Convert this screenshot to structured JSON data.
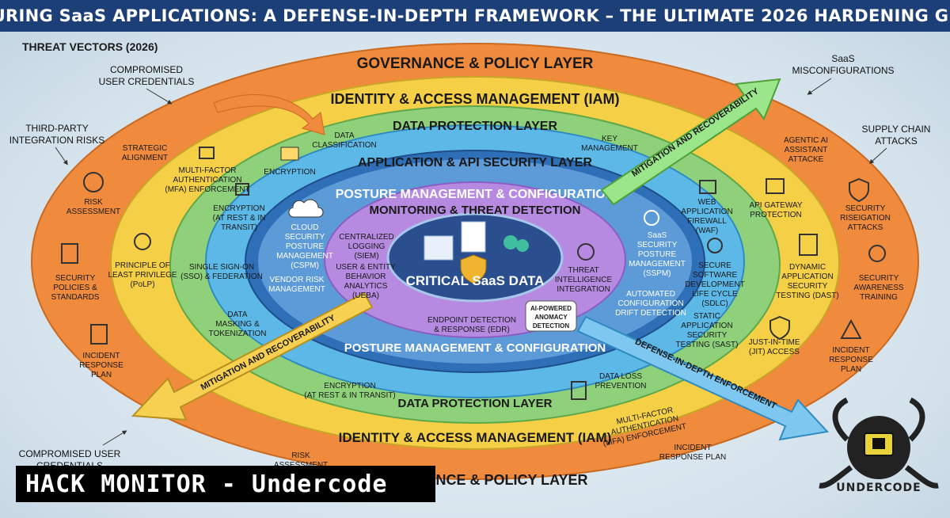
{
  "title": "SECURING SaaS APPLICATIONS: A DEFENSE-IN-DEPTH FRAMEWORK – THE ULTIMATE 2026 HARDENING GUIDE",
  "threat_vectors_heading": "THREAT VECTORS (2026)",
  "threats": {
    "compromised_top": [
      "COMPROMISED",
      "USER CREDENTIALS"
    ],
    "third_party": [
      "THIRD-PARTY",
      "INTEGRATION RISKS"
    ],
    "saas_misconfig": [
      "SaaS",
      "MISCONFIGURATIONS"
    ],
    "supply_chain": [
      "SUPPLY CHAIN",
      "ATTACKS"
    ],
    "compromised_bottom": [
      "COMPROMISED USER",
      "CREDENTIALS"
    ]
  },
  "layers": {
    "governance_top": "GOVERNANCE & POLICY LAYER",
    "iam_top": "IDENTITY & ACCESS MANAGEMENT (IAM)",
    "data_top": "DATA PROTECTION LAYER",
    "app_api": "APPLICATION & API SECURITY LAYER",
    "posture_top": "POSTURE MANAGEMENT & CONFIGURATION",
    "monitoring": "MONITORING & THREAT DETECTION",
    "core": "CRITICAL SaaS DATA",
    "posture_bottom": "POSTURE MANAGEMENT & CONFIGURATION",
    "data_bottom": "DATA PROTECTION LAYER",
    "iam_bottom": "IDENTITY & ACCESS MANAGEMENT (IAM)",
    "governance_bottom": "ANCE & POLICY LAYER"
  },
  "arrows": {
    "mitigation_top": "MITIGATION AND RECOVERABILITY",
    "mitigation_left": "MITIGATION AND RECOVERABILITY",
    "defense": "DEFENSE-IN-DEPTH ENFORCEMENT"
  },
  "governance_items": {
    "strategic": [
      "STRATEGIC",
      "ALIGNMENT"
    ],
    "risk": [
      "RISK",
      "ASSESSMENT"
    ],
    "policies": [
      "SECURITY",
      "POLICIES &",
      "STANDARDS"
    ],
    "incident": [
      "INCIDENT",
      "RESPONSE",
      "PLAN"
    ],
    "agentic": [
      "AGENTIC AI",
      "ASSISTANT",
      "ATTACKE"
    ],
    "risegation": [
      "SECURITY",
      "RISEIGATION",
      "ATTACKS"
    ],
    "awareness": [
      "SECURITY",
      "AWARENESS",
      "TRAINING"
    ],
    "incident_right": [
      "INCIDENT",
      "RESPONSE",
      "PLAN"
    ],
    "risk_bottom": [
      "RISK",
      "ASSESSMENT"
    ],
    "incident_bottom": [
      "INCIDENT",
      "RESPONSE PLAN"
    ]
  },
  "iam_items": {
    "mfa": [
      "MULTI-FACTOR",
      "AUTHENTICATION",
      "(MFA) ENFORCEMENT"
    ],
    "polp": [
      "PRINCIPLE OF",
      "LEAST PRIVILEGE",
      "(PoLP)"
    ],
    "api_gateway": [
      "API GATEWAY",
      "PROTECTION"
    ],
    "dast": [
      "DYNAMIC",
      "APPLICATION",
      "SECURITY",
      "TESTING (DAST)"
    ],
    "jit": [
      "JUST-IN-TIME",
      "(JIT) ACCESS"
    ],
    "mfa_bottom": [
      "MULTI-FACTOR",
      "AUTHENTICATION",
      "(MFA) ENFORCEMENT"
    ]
  },
  "data_items": {
    "classification": [
      "DATA",
      "CLASSIFICATION"
    ],
    "encryption": [
      "ENCRYPTION"
    ],
    "encryption_rest": [
      "ENCRYPTION",
      "(AT REST & IN",
      "TRANSIT)"
    ],
    "sso": [
      "SINGLE SIGN-ON",
      "(SSO) & FEDERATION"
    ],
    "masking": [
      "DATA",
      "MASKING &",
      "TOKENIZATION"
    ],
    "key_mgmt": [
      "KEY",
      "MANAGEMENT"
    ],
    "encryption_bottom": [
      "ENCRYPTION",
      "(AT REST & IN TRANSIT)"
    ],
    "dlp": [
      "DATA LOSS",
      "PREVENTION"
    ]
  },
  "app_items": {
    "waf": [
      "WEB",
      "APPLICATION",
      "FIREWALL",
      "(WAF)"
    ],
    "sdlc": [
      "SECURE",
      "SOFTWARE",
      "DEVELOPMENT",
      "LIFE CYCLE",
      "(SDLC)"
    ],
    "sast": [
      "STATIC",
      "APPLICATION",
      "SECURITY",
      "TESTING (SAST)"
    ]
  },
  "posture_items": {
    "cspm": [
      "CLOUD",
      "SECURITY",
      "POSTURE",
      "MANAGEMENT",
      "(CSPM)"
    ],
    "vendor": [
      "VENDOR RISK",
      "MANAGEMENT"
    ],
    "sspm": [
      "SaaS",
      "SECURITY",
      "POSTURE",
      "MANAGEMENT",
      "(SSPM)"
    ],
    "drift": [
      "AUTOMATED",
      "CONFIGURATION",
      "DRIFT DETECTION"
    ]
  },
  "monitoring_items": {
    "siem": [
      "CENTRALIZED",
      "LOGGING",
      "(SIEM)"
    ],
    "ueba": [
      "USER & ENTITY",
      "BEHAVIOR",
      "ANALYTICS",
      "(UEBA)"
    ],
    "threat_intel": [
      "THREAT",
      "INTELLIGENCE",
      "INTEGRATION"
    ],
    "edr": [
      "ENDPOINT DETECTION",
      "& RESPONSE (EDR)"
    ],
    "ai_anomaly": [
      "AI-POWERED",
      "ANOMACY",
      "DETECTION"
    ]
  },
  "watermark": "HACK MONITOR - Undercode",
  "logo_text": "UNDERCODE",
  "colors": {
    "governance": "#f08a3c",
    "iam": "#f5cf45",
    "data": "#8fd07a",
    "app": "#5cb8e6",
    "posture": "#2f6fb8",
    "monitoring": "#b58ae0",
    "core": "#2a4e8e",
    "title_bar": "#1d3f77"
  }
}
